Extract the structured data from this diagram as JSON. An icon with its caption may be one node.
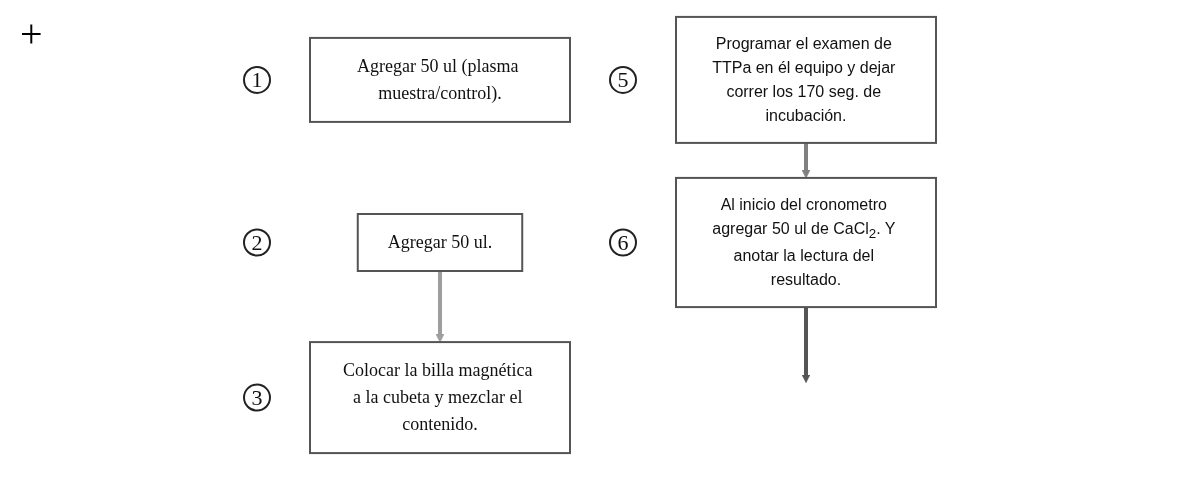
{
  "diagram": {
    "nodes": [
      {
        "text": [
          "1"
        ]
      },
      {
        "text": [
          "Agregar 50 ul (plasma muestra/control)."
        ]
      },
      {
        "text": [
          "2"
        ]
      },
      {
        "text": [
          "Agregar 50 ul."
        ]
      },
      {
        "text": [
          "3"
        ]
      },
      {
        "text": [
          "Colocar la billa magnética a la cubeta y mezclar el contenido."
        ]
      },
      {
        "text": [
          "5"
        ]
      },
      {
        "text": [
          "Programar el examen de TTPa en él equipo y dejar correr los 170 seg. de incubación."
        ]
      },
      {
        "text": [
          "6"
        ]
      },
      {
        "text": [
          "Al inicio del cronometro agregar 50 ul de CaCl$_{2}$. Y anotar la lectura del resultado."
        ]
      }
    ],
    "edges": [
      {
        "from": 3,
        "to": 5,
        "arrow": "to",
        "color": "#9e9e9e"
      },
      {
        "from": 7,
        "to": 9,
        "arrow": "to",
        "color": "#808080"
      },
      {
        "from": 9,
        "to": null,
        "arrow": "to",
        "color": "#555555"
      }
    ],
    "labels": [
      "+"
    ]
  }
}
